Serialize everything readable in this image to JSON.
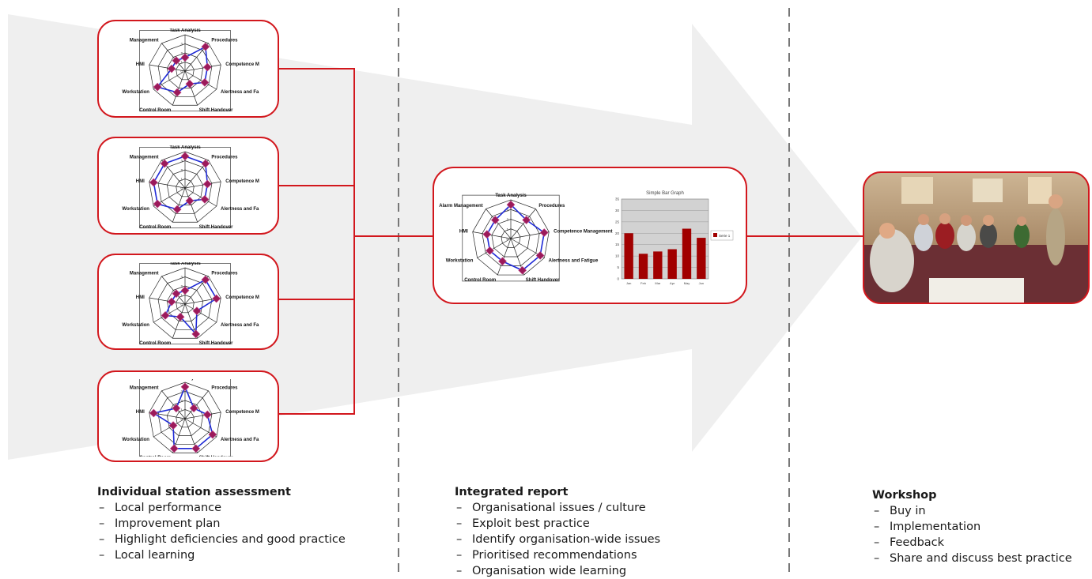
{
  "colors": {
    "accent": "#d2171d",
    "line": "#1f2ad6",
    "marker": "#9b1a5a",
    "arrow": "#efefef",
    "divider": "#777777"
  },
  "radar_axes_short": [
    "Task Analysis",
    "Procedures",
    "Competence M",
    "Alertness and Fa",
    "Shift Handover",
    "Control Room",
    "Workstation",
    "HMI",
    "Management"
  ],
  "radar_axes_full": [
    "Task Analysis",
    "Procedures",
    "Competence Management",
    "Alertness and Fatigue",
    "Shift Handover",
    "Control Room",
    "Workstation",
    "HMI",
    "Alarm Management"
  ],
  "radar_charts": [
    {
      "values": [
        1.5,
        3.5,
        2.5,
        2.5,
        1.5,
        2.5,
        3.5,
        1.5,
        1.5
      ]
    },
    {
      "values": [
        3.5,
        3.5,
        2.5,
        2.5,
        1.5,
        2.5,
        3.5,
        3.5,
        3.5
      ]
    },
    {
      "values": [
        1.5,
        3.5,
        3.5,
        1.5,
        3.5,
        1.5,
        2.5,
        1.5,
        1.5
      ]
    },
    {
      "values": [
        3.5,
        1.5,
        2.5,
        3.5,
        3.5,
        3.5,
        1.5,
        3.5,
        1.5
      ]
    }
  ],
  "integrated_radar": {
    "values": [
      3.5,
      2.5,
      3.5,
      3.5,
      3.5,
      2.5,
      2.5,
      2.5,
      2.5
    ]
  },
  "chart_data": {
    "type": "bar",
    "title": "Simple Bar Graph",
    "categories": [
      "Jan",
      "Feb",
      "Mar",
      "Apr",
      "May",
      "Jun"
    ],
    "series": [
      {
        "name": "Serie 1",
        "values": [
          20,
          11,
          12,
          13,
          22,
          18
        ]
      }
    ],
    "ylim": [
      0,
      35
    ],
    "yticks": [
      0,
      5,
      10,
      15,
      20,
      25,
      30,
      35
    ],
    "grid": true,
    "legend": "right"
  },
  "captions": {
    "individual": {
      "title": "Individual station assessment",
      "items": [
        "Local performance",
        "Improvement plan",
        "Highlight deficiencies and good practice",
        "Local learning"
      ]
    },
    "integrated": {
      "title": "Integrated report",
      "items": [
        "Organisational issues / culture",
        "Exploit best practice",
        "Identify organisation-wide issues",
        "Prioritised recommendations",
        "Organisation wide learning"
      ]
    },
    "workshop": {
      "title": "Workshop",
      "items": [
        "Buy in",
        "Implementation",
        "Feedback",
        "Share and discuss best practice"
      ]
    }
  }
}
